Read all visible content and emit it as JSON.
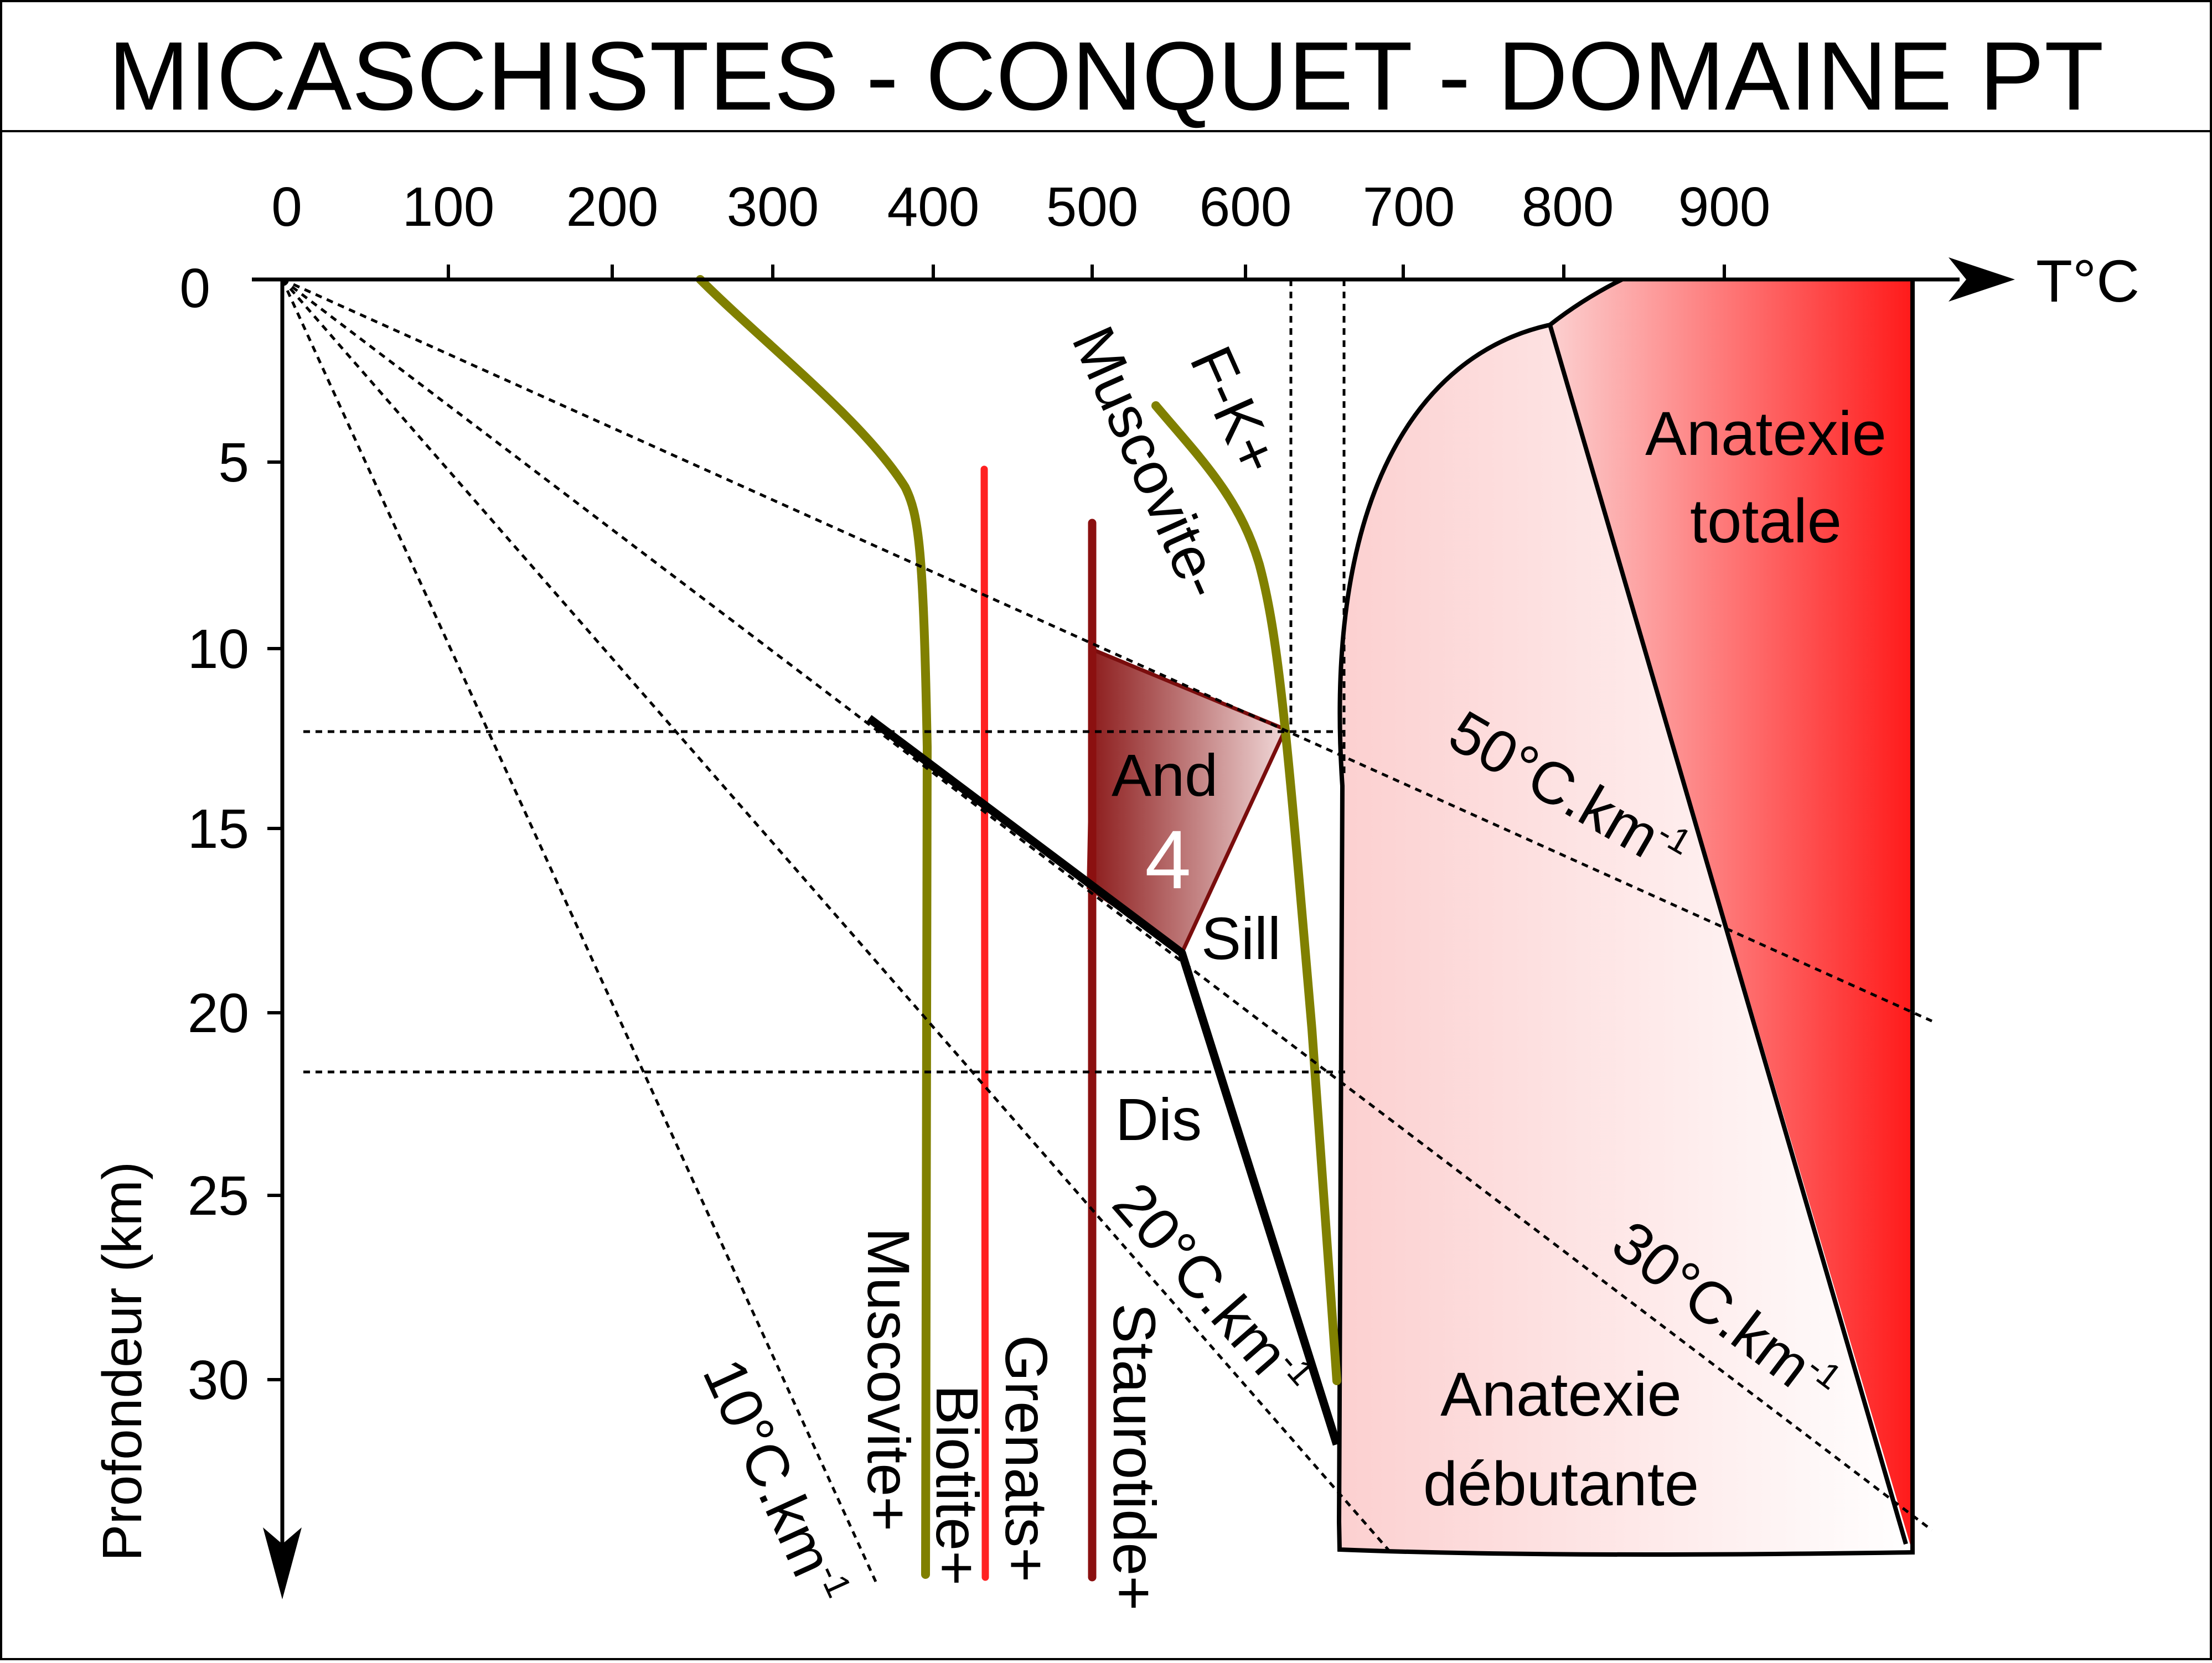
{
  "title": "MICASCHISTES - CONQUET - DOMAINE PT",
  "axes": {
    "x_label": "T°C",
    "y_label": "Profondeur (km)",
    "x_ticks": [
      "0",
      "100",
      "200",
      "300",
      "400",
      "500",
      "600",
      "700",
      "800",
      "900"
    ],
    "y_ticks": [
      "0",
      "5",
      "10",
      "15",
      "20",
      "25",
      "30"
    ]
  },
  "gradients": [
    {
      "id": "g10",
      "text": "10°C.km",
      "sup": "-1"
    },
    {
      "id": "g20",
      "text": "20°C.km",
      "sup": "-1"
    },
    {
      "id": "g30",
      "text": "30°C.km",
      "sup": "-1"
    },
    {
      "id": "g50",
      "text": "50°C.km",
      "sup": "-1"
    }
  ],
  "isograds": {
    "muscovite_plus": "Muscovite+",
    "biotite_plus": "Biotite+",
    "grenats_plus": "Grenats+",
    "staurotide_plus": "Staurotide+",
    "muscovite_minus": "Muscovite-",
    "fk_plus": "F-K+"
  },
  "polymorphs": {
    "and": "And",
    "sill": "Sill",
    "dis": "Dis",
    "domain_number": "4"
  },
  "anatexie": {
    "totale_line1": "Anatexie",
    "totale_line2": "totale",
    "debutante_line1": "Anatexie",
    "debutante_line2": "débutante"
  },
  "colors": {
    "olive": "#808000",
    "red": "#ff2020",
    "darkred": "#8b1010",
    "pink": "#fcd3d3"
  }
}
